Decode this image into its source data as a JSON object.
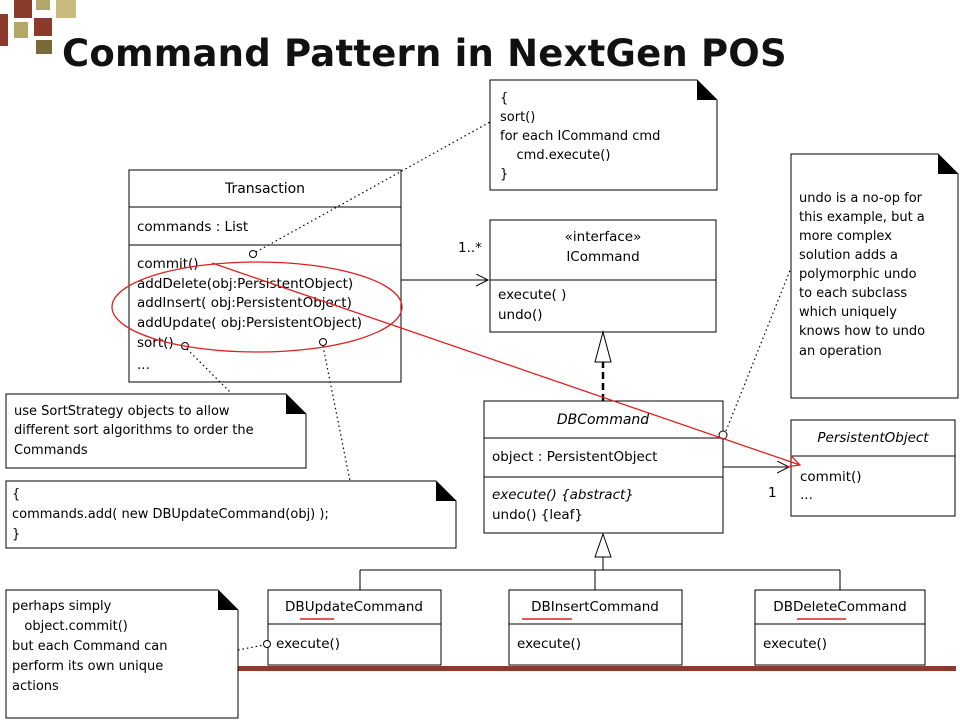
{
  "slide": {
    "title": "Command Pattern in NextGen POS",
    "colors": {
      "red": "#e02020",
      "maroon": "#8b3a2b",
      "olive": "#b5a76a",
      "dark_olive": "#7a6a3a"
    }
  },
  "classes": {
    "transaction": {
      "name": "Transaction",
      "attributes": [
        "commands : List"
      ],
      "operations": [
        "commit()",
        "addDelete(obj:PersistentObject)",
        "addInsert( obj:PersistentObject)",
        "addUpdate( obj:PersistentObject)",
        "sort()",
        "..."
      ]
    },
    "icommand": {
      "stereotype": "«interface»",
      "name": "ICommand",
      "operations": [
        "execute( )",
        "undo()"
      ]
    },
    "dbcommand": {
      "name": "DBCommand",
      "attributes": [
        "object : PersistentObject"
      ],
      "operations": [
        "execute() {abstract}",
        "undo() {leaf}"
      ]
    },
    "persistentobject": {
      "name": "PersistentObject",
      "operations": [
        "commit()",
        "..."
      ]
    },
    "dbupdatecommand": {
      "name": "DBUpdateCommand",
      "operations": [
        "execute()"
      ]
    },
    "dbinsertcommand": {
      "name": "DBInsertCommand",
      "operations": [
        "execute()"
      ]
    },
    "dbdeletecommand": {
      "name": "DBDeleteCommand",
      "operations": [
        "execute()"
      ]
    }
  },
  "multiplicities": {
    "transaction_icommand": "1..*",
    "dbcommand_persistentobject": "1"
  },
  "notes": {
    "commit": [
      "{",
      "sort()",
      "for each ICommand cmd",
      "    cmd.execute()",
      "}"
    ],
    "undo": [
      "undo is a no-op for",
      "this example, but a",
      "more complex",
      "solution adds a",
      "polymorphic undo",
      "to each subclass",
      "which uniquely",
      "knows how to undo",
      "an operation"
    ],
    "sort": [
      "use SortStrategy objects to allow",
      "different sort algorithms to order the",
      "Commands"
    ],
    "addupdate": [
      "{",
      "commands.add( new DBUpdateCommand(obj) );",
      "}"
    ],
    "perhaps": [
      "perhaps simply",
      "   object.commit()",
      "but each Command can",
      "perform its own unique",
      "actions"
    ]
  }
}
